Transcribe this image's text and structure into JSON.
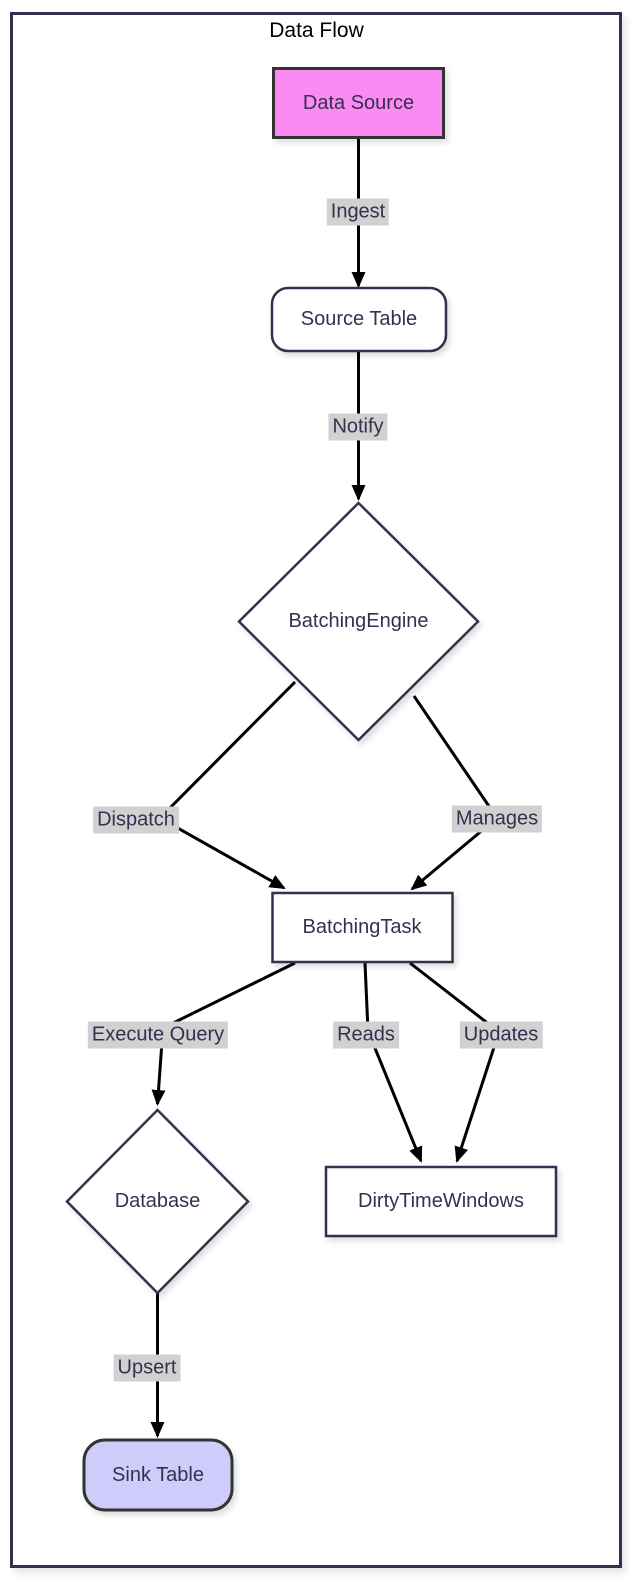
{
  "diagram": {
    "title": "Data Flow",
    "nodes": [
      {
        "id": "data-source",
        "label": "Data Source",
        "shape": "rect",
        "fill": "#fb8af2"
      },
      {
        "id": "source-table",
        "label": "Source Table",
        "shape": "rounded",
        "fill": "#ffffff"
      },
      {
        "id": "batching-engine",
        "label": "BatchingEngine",
        "shape": "diamond",
        "fill": "#ffffff"
      },
      {
        "id": "batching-task",
        "label": "BatchingTask",
        "shape": "rect",
        "fill": "#ffffff"
      },
      {
        "id": "database",
        "label": "Database",
        "shape": "diamond",
        "fill": "#ffffff"
      },
      {
        "id": "dirty-time-windows",
        "label": "DirtyTimeWindows",
        "shape": "rect",
        "fill": "#ffffff"
      },
      {
        "id": "sink-table",
        "label": "Sink Table",
        "shape": "rounded",
        "fill": "#cdccfa"
      }
    ],
    "edges": [
      {
        "from": "data-source",
        "to": "source-table",
        "label": "Ingest"
      },
      {
        "from": "source-table",
        "to": "batching-engine",
        "label": "Notify"
      },
      {
        "from": "batching-engine",
        "to": "batching-task",
        "label": "Dispatch"
      },
      {
        "from": "batching-engine",
        "to": "batching-task",
        "label": "Manages"
      },
      {
        "from": "batching-task",
        "to": "database",
        "label": "Execute Query"
      },
      {
        "from": "batching-task",
        "to": "dirty-time-windows",
        "label": "Reads"
      },
      {
        "from": "batching-task",
        "to": "dirty-time-windows",
        "label": "Updates"
      },
      {
        "from": "database",
        "to": "sink-table",
        "label": "Upsert"
      }
    ],
    "theme": {
      "frame-border": "#33324e",
      "node-border": "#33324e",
      "special-border": "#333333",
      "edge-color": "#000000",
      "label-bg": "#d1d1d1",
      "text-color": "#34314f",
      "title-color": "#000000",
      "data-source-fill": "#fb8af2",
      "sink-table-fill": "#cdccfa"
    }
  }
}
